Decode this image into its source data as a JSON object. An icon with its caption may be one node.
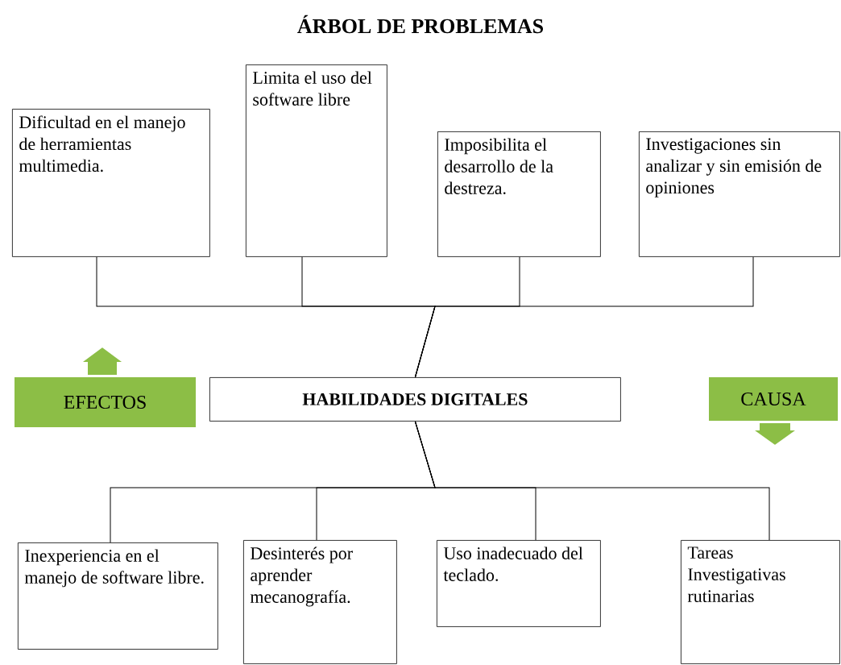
{
  "diagram": {
    "title": "ÁRBOL DE PROBLEMAS",
    "nodes": [
      {
        "text": [
          "Dificultad en el manejo de herramientas multimedia."
        ]
      },
      {
        "text": [
          "Limita el uso del software libre"
        ]
      },
      {
        "text": [
          "Imposibilita el desarrollo de la destreza."
        ]
      },
      {
        "text": [
          "Investigaciones sin analizar y sin emisión de opiniones"
        ]
      },
      {
        "text": [
          "EFECTOS"
        ]
      },
      {
        "text": [
          "HABILIDADES DIGITALES"
        ]
      },
      {
        "text": [
          "CAUSA"
        ]
      },
      {
        "text": [
          "Inexperiencia en el manejo de software libre."
        ]
      },
      {
        "text": [
          "Desinterés por aprender mecanografía."
        ]
      },
      {
        "text": [
          "Uso inadecuado del teclado."
        ]
      },
      {
        "text": [
          "Tareas Investigativas rutinarias"
        ]
      }
    ],
    "edges": [
      {
        "from": 5,
        "to": 0,
        "arrow": "none"
      },
      {
        "from": 5,
        "to": 1,
        "arrow": "none"
      },
      {
        "from": 5,
        "to": 2,
        "arrow": "none"
      },
      {
        "from": 5,
        "to": 3,
        "arrow": "none"
      },
      {
        "from": 5,
        "to": 7,
        "arrow": "none"
      },
      {
        "from": 5,
        "to": 8,
        "arrow": "none"
      },
      {
        "from": 5,
        "to": 9,
        "arrow": "none"
      },
      {
        "from": 5,
        "to": 10,
        "arrow": "none"
      }
    ]
  }
}
